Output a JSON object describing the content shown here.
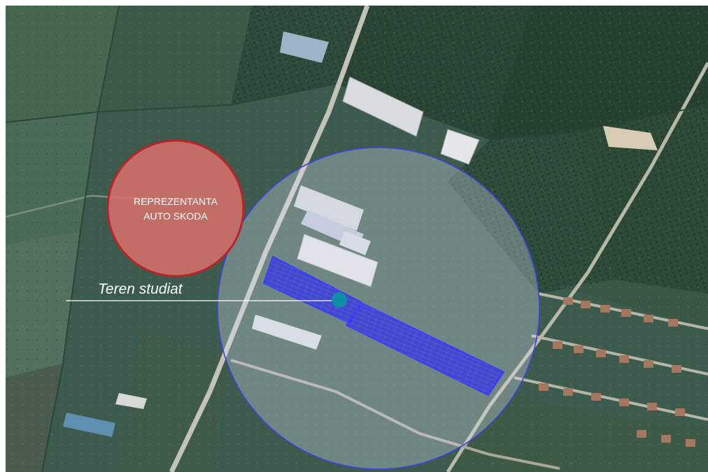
{
  "map": {
    "labels": {
      "dealer_line1": "REPREZENTANTA",
      "dealer_line2": "AUTO SKODA",
      "site": "Teren studiat"
    },
    "colors": {
      "dealer_fill": "#d8706a",
      "dealer_stroke": "#b5252b",
      "radius_stroke": "#3f3fe6",
      "radius_fill": "#dfe4f7",
      "parcel_fill": "#2b2bf0",
      "marker": "#0f8fa6",
      "pointer_line": "#ffffff"
    }
  }
}
